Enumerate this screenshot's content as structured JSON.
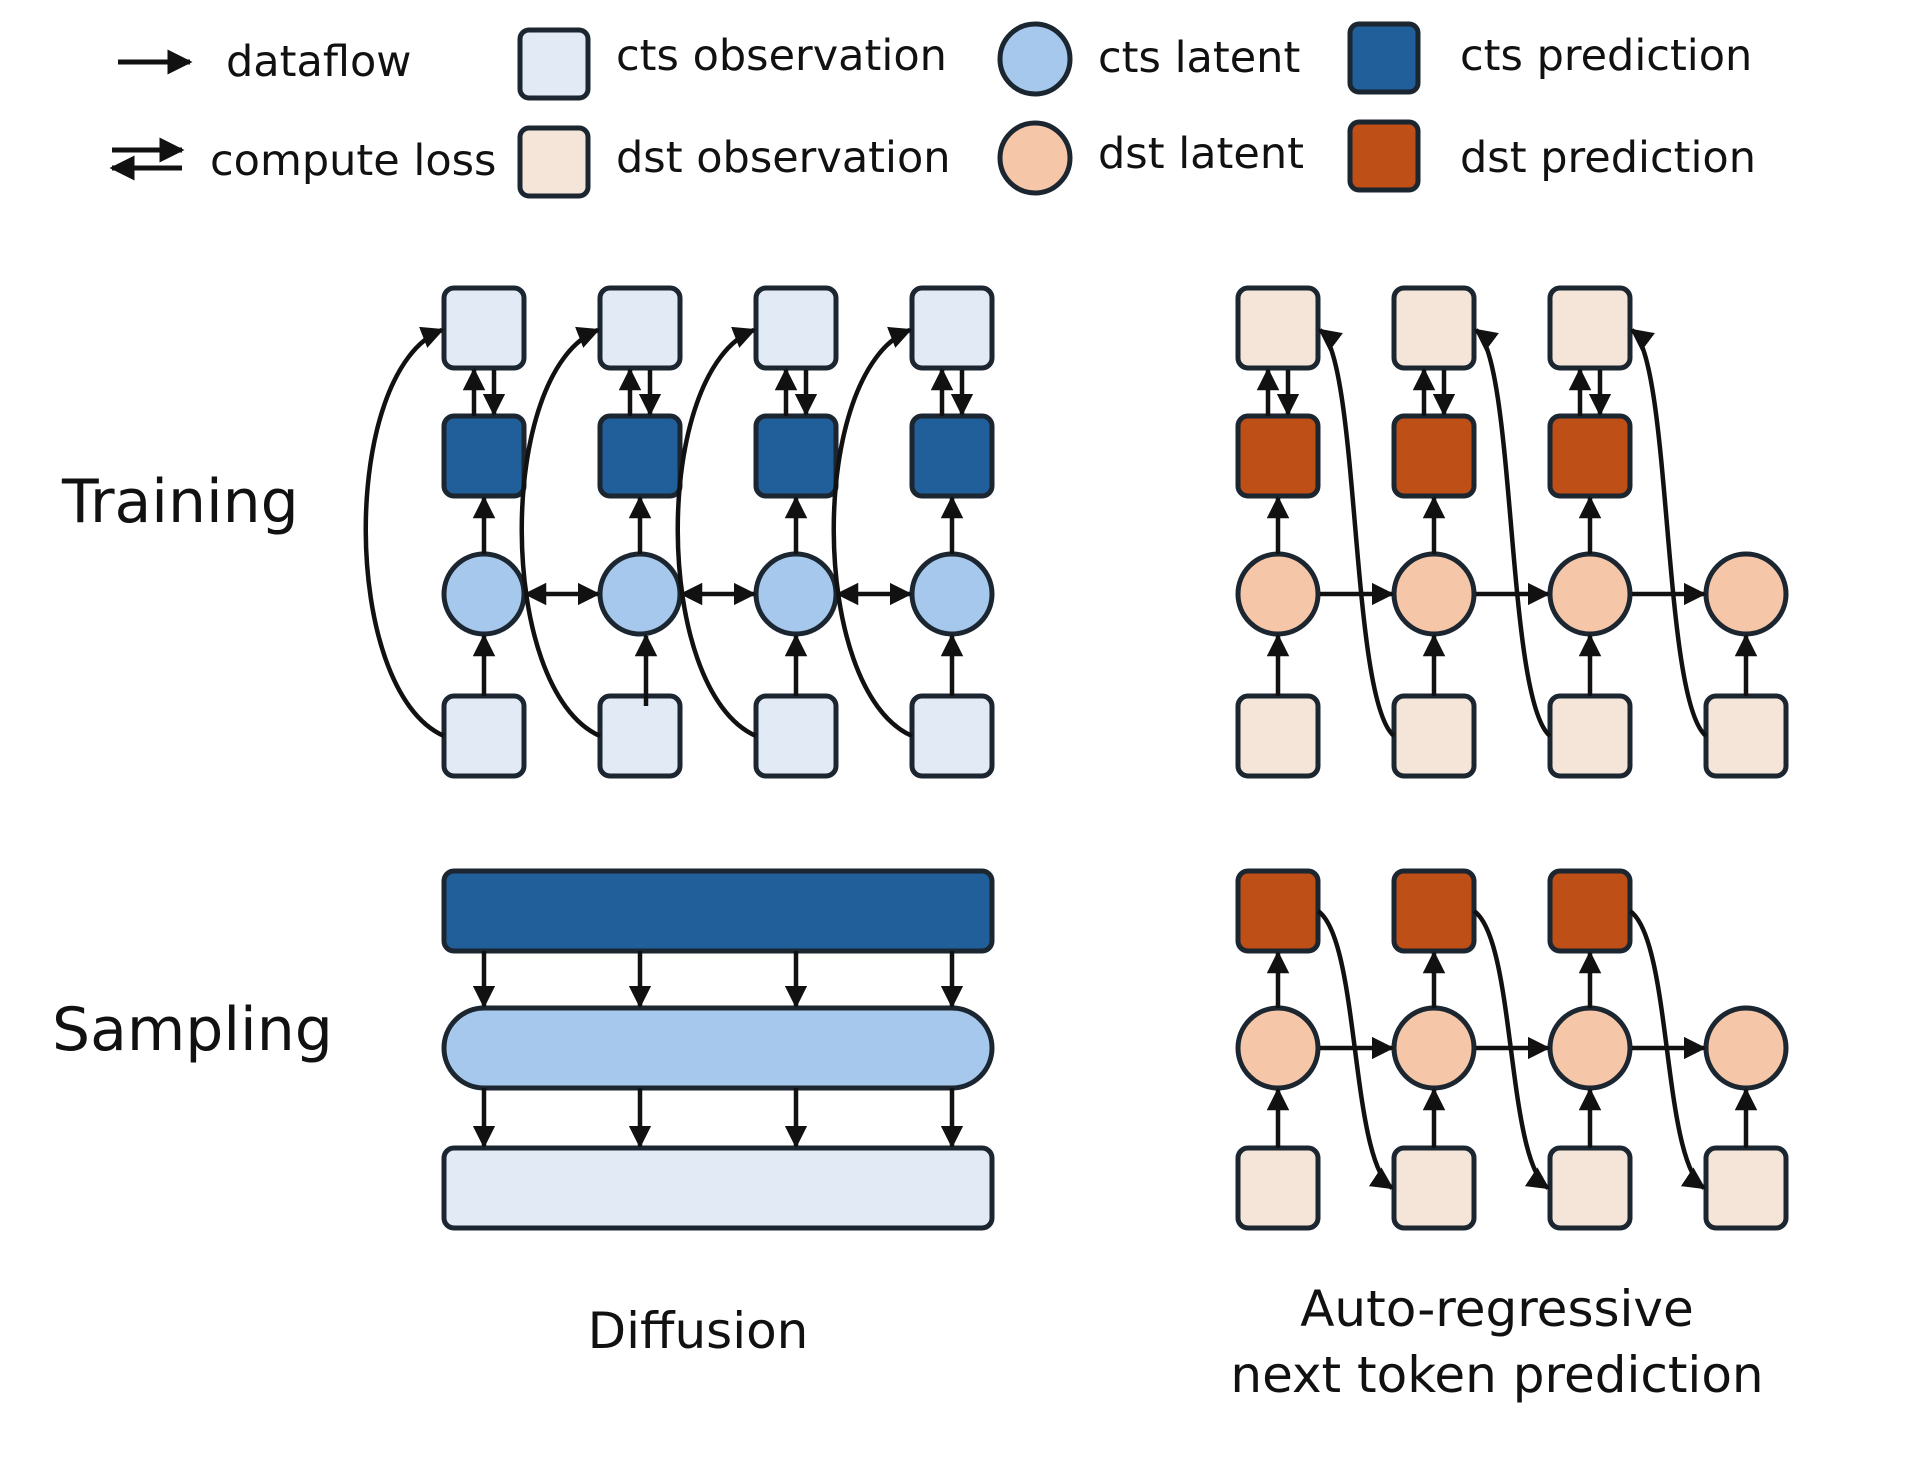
{
  "legend": {
    "dataflow": "dataflow",
    "compute_loss": "compute loss",
    "cts_observation": "cts observation",
    "dst_observation": "dst observation",
    "cts_latent": "cts latent",
    "dst_latent": "dst latent",
    "cts_prediction": "cts prediction",
    "dst_prediction": "dst prediction"
  },
  "rows": {
    "training": "Training",
    "sampling": "Sampling"
  },
  "captions": {
    "diffusion": "Diffusion",
    "autoregressive_line1": "Auto-regressive",
    "autoregressive_line2": "next token prediction"
  },
  "colors": {
    "cts_observation": "#e2eaf5",
    "cts_latent": "#a5c8ec",
    "cts_prediction": "#215f9a",
    "dst_observation": "#f4e5d8",
    "dst_latent": "#f5c6a8",
    "dst_prediction": "#be4f17",
    "stroke": "#1b2631"
  }
}
